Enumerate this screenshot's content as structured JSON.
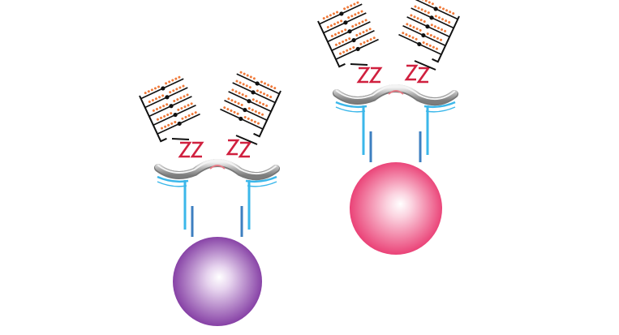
{
  "colors": {
    "background": "#ffffff",
    "sphere_left": "#7a2e9c",
    "sphere_right": "#e8306a",
    "linker_z": "#d0203f",
    "wave": "#a8a8a8",
    "receptor_light": "#3bb7ea",
    "receptor_dark": "#3d7fc0",
    "glycan_dot": "#f07a3a",
    "glycan_branch": "#111111"
  },
  "constructs": [
    {
      "name": "purple-sphere-construct",
      "sphere_color_key": "sphere_left"
    },
    {
      "name": "pink-sphere-construct",
      "sphere_color_key": "sphere_right"
    }
  ]
}
